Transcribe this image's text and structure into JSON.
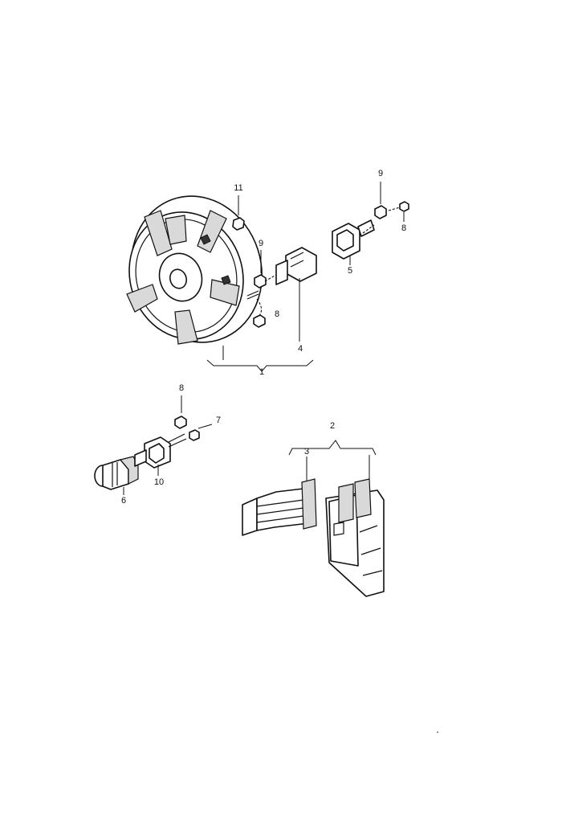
{
  "callouts": {
    "c1": "1",
    "c2": "2",
    "c3": "3",
    "c4": "4",
    "c5": "5",
    "c6": "6",
    "c7": "7",
    "c8a": "8",
    "c8b": "8",
    "c8c": "8",
    "c9a": "9",
    "c9b": "9",
    "c10": "10",
    "c11": "11"
  },
  "colors": {
    "line": "#111111",
    "background": "#ffffff",
    "shade": "#d9d9d9"
  }
}
